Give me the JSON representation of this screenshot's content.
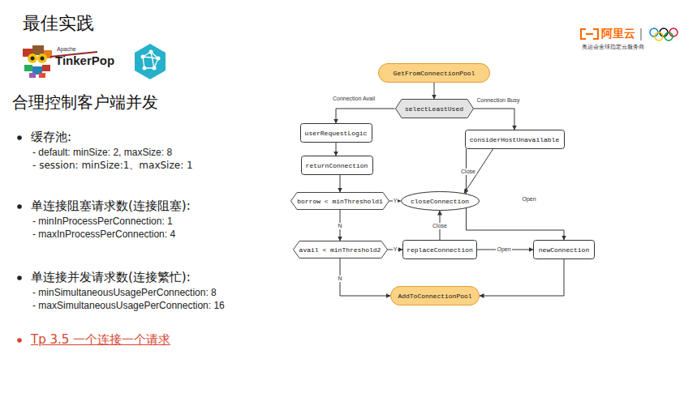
{
  "diagram": {
    "title": "最佳实践",
    "nodes": [
      {
        "text": [
          "GetFromConnectionPool"
        ]
      },
      {
        "text": [
          "selectLeastUsed"
        ]
      },
      {
        "text": [
          "userRequestLogic"
        ]
      },
      {
        "text": [
          "returnConnection"
        ]
      },
      {
        "text": [
          "borrow < minThreshold1"
        ]
      },
      {
        "text": [
          "closeConnection"
        ]
      },
      {
        "text": [
          "avail < minThreshold2"
        ]
      },
      {
        "text": [
          "replaceConnection"
        ]
      },
      {
        "text": [
          "considerHostUnavailable"
        ]
      },
      {
        "text": [
          "newConnection"
        ]
      },
      {
        "text": [
          "AddToConnectionPool"
        ]
      }
    ],
    "edges": [
      {
        "from": 0,
        "to": 1,
        "arrow": "to"
      },
      {
        "from": 1,
        "to": 2,
        "label": "Connection Avail",
        "arrow": "to"
      },
      {
        "from": 1,
        "to": 8,
        "label": "Connection Busy",
        "arrow": "to"
      },
      {
        "from": 2,
        "to": 3,
        "arrow": "to"
      },
      {
        "from": 3,
        "to": 4,
        "arrow": "to"
      },
      {
        "from": 4,
        "to": 5,
        "label": "Y",
        "arrow": "to"
      },
      {
        "from": 4,
        "to": 6,
        "label": "N",
        "arrow": "to"
      },
      {
        "from": 6,
        "to": 7,
        "label": "Y",
        "arrow": "to"
      },
      {
        "from": 6,
        "to": 10,
        "label": "N",
        "arrow": "to"
      },
      {
        "from": 7,
        "to": 5,
        "label": "Close",
        "arrow": "to"
      },
      {
        "from": 7,
        "to": 9,
        "label": "Open",
        "arrow": "to"
      },
      {
        "from": 8,
        "to": 5,
        "label": "Close",
        "arrow": "to"
      },
      {
        "from": 8,
        "to": 9,
        "label": "Open",
        "arrow": "to"
      },
      {
        "from": 9,
        "to": 10,
        "arrow": "to"
      }
    ],
    "labels": [
      "Apache",
      "TinkerPop",
      "阿里云",
      "奥运会全球指定云服务商",
      "合理控制客户端并发",
      "缓存池:",
      "- default: minSize: 2, maxSize: 8",
      "- session: minSize:1、maxSize: 1",
      "单连接阻塞请求数(连接阻塞):",
      "- minInProcessPerConnection: 1",
      "- maxInProcessPerConnection: 4",
      "单连接并发请求数(连接繁忙):",
      "- minSimultaneousUsagePerConnection: 8",
      "- maxSimultaneousUsagePerConnection: 16",
      "Tp 3.5 一个连接一个请求"
    ]
  }
}
